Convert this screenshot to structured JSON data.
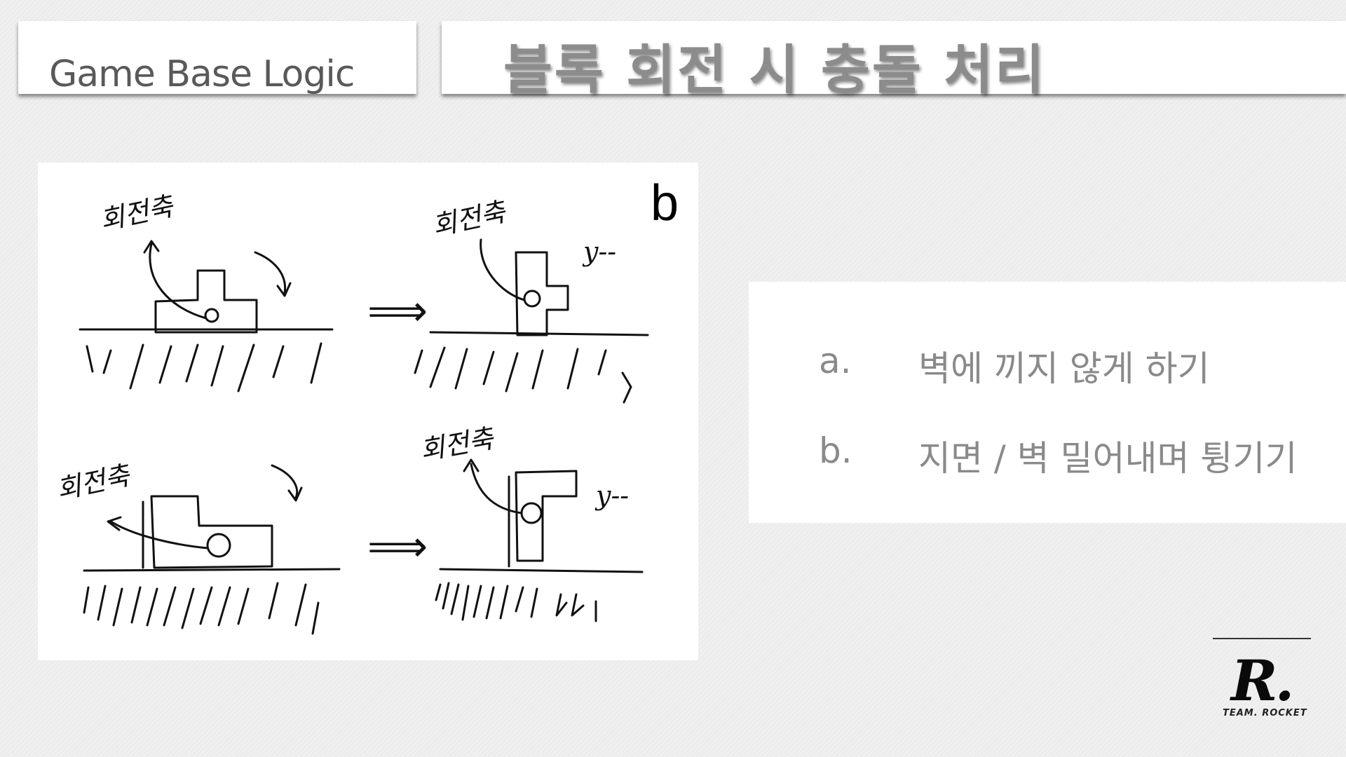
{
  "header": {
    "section_label": "Game Base Logic",
    "title": "블록 회전 시 충돌 처리"
  },
  "sketch": {
    "corner_label": "b",
    "pivot_label": "회전축",
    "arrow_symbol": "⟹",
    "axis_label": "y--"
  },
  "list": {
    "items": [
      {
        "marker": "a.",
        "text": "벽에 끼지 않게 하기"
      },
      {
        "marker": "b.",
        "text": "지면 / 벽 밀어내며 튕기기"
      }
    ]
  },
  "logo": {
    "mark": "R.",
    "subtitle": "TEAM. ROCKET"
  },
  "colors": {
    "background": "#f0f0f0",
    "panel": "#ffffff",
    "text_gray": "#8a8a8a",
    "ink": "#111111"
  }
}
